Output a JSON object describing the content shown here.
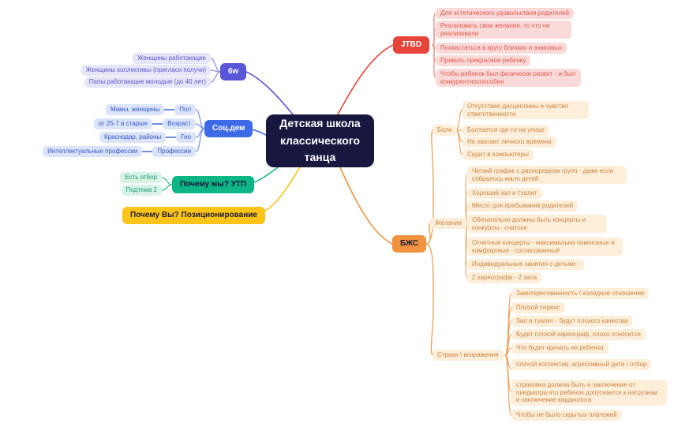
{
  "title": "Детская школа классического танца",
  "colors": {
    "central": "#171740",
    "jtbd": "#e8453a",
    "six_w": "#5957d8",
    "soc_dem": "#3d6ae6",
    "utp": "#0fb685",
    "positioning": "#fcc419",
    "bzhs": "#f0923e"
  },
  "branches": {
    "jtbd": {
      "label": "JTBD",
      "items": [
        "Для эстетического удовольствия родителей",
        "Реализовать свои желания, то что не реализовали",
        "Похвастаться в кругу близких и знакомых",
        "Привить прекрасное ребенку",
        "Чтобы ребенок был физически развит - и был конкурентноспособен"
      ]
    },
    "six_w": {
      "label": "6w",
      "items": [
        "Женщины работающие",
        "Женщины коллективы (пригласи получи)",
        "Папы работающие молодые (до 40 лет)"
      ]
    },
    "soc_dem": {
      "label": "Соц.дем",
      "rows": [
        {
          "value": "Мамы, женщины",
          "key": "Пол"
        },
        {
          "value": "от 25-7 и старше",
          "key": "Возраст"
        },
        {
          "value": "Краснодар, районы",
          "key": "Гео"
        },
        {
          "value": "Интеллектуальные профессии",
          "key": "Профессии"
        }
      ]
    },
    "utp": {
      "label": "Почему мы? УТП",
      "items": [
        "Есть отбор",
        "Подтема 2"
      ]
    },
    "positioning": {
      "label": "Почему Вы? Позиционирование"
    },
    "bzhs": {
      "label": "БЖС",
      "groups": [
        {
          "label": "Боли",
          "items": [
            "Отсутствие дисциплины и чувство ответственности",
            "Болтается где-то на улице",
            "Не хватает личного времени",
            "Сидит в компьютеры"
          ]
        },
        {
          "label": "Желания",
          "items": [
            "Четкий график с распорядком групп - даже если собралось мало детей",
            "Хороший зал и туалет",
            "Место для пребывания родителей",
            "Обязательно должны быть концерты и конкурсы - счатсье",
            "Отчетные концерты - максимально помпезные и комфортные - согласованный",
            "Индивидуальные занятия с детьми -",
            "2 хареографа - 2 зала"
          ]
        },
        {
          "label": "Страхи \\ возражения",
          "items": [
            "Заинтересованность / холодное отношение",
            "Плохой сервис",
            "Зал и туалет - будут плохого качества",
            "Будет плохой хареограф, плохо относится",
            "Что будет кричать на ребенка",
            "плохой коллектив, агрессивный дети / отбор",
            "страховка должна быть и заключение от пиедиатра что ребенок допускается к нагрузкам и заключение кардиолога",
            "Чтобы не было скрытых платежей"
          ]
        }
      ]
    }
  }
}
